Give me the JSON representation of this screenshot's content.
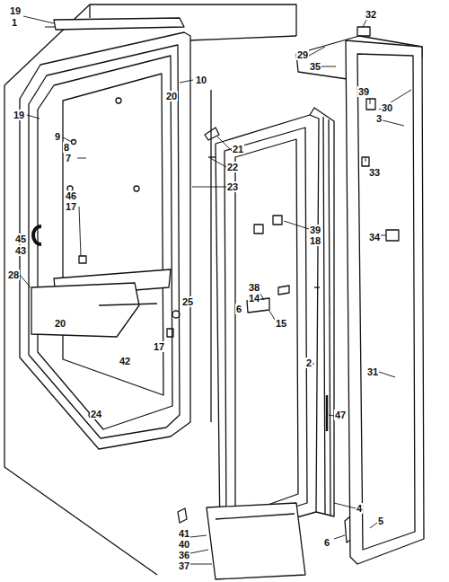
{
  "diagram": {
    "labels": [
      "19",
      "1",
      "10",
      "20",
      "19",
      "9",
      "8",
      "7",
      "46",
      "17",
      "45",
      "43",
      "28",
      "20",
      "42",
      "24",
      "21",
      "22",
      "23",
      "25",
      "17",
      "32",
      "29",
      "35",
      "39",
      "30",
      "3",
      "33",
      "39",
      "18",
      "38",
      "14",
      "6",
      "15",
      "2",
      "34",
      "47",
      "31",
      "41",
      "40",
      "36",
      "37",
      "4",
      "5",
      "6"
    ]
  }
}
